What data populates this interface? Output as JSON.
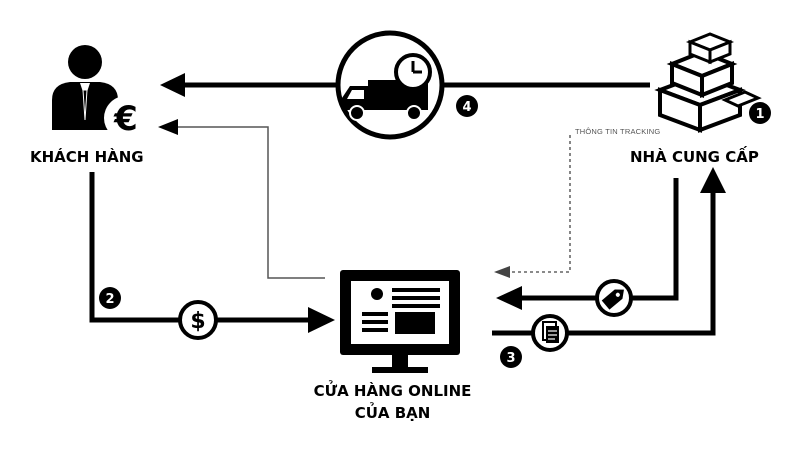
{
  "labels": {
    "customer": "KHÁCH HÀNG",
    "supplier": "NHÀ CUNG CẤP",
    "store_line1": "CỬA HÀNG ONLINE",
    "store_line2": "CỦA BẠN",
    "tracking": "THÔNG TIN TRACKING"
  },
  "steps": [
    "1",
    "2",
    "3",
    "4"
  ],
  "icons": {
    "currency": "€",
    "payment": "$"
  },
  "colors": {
    "line": "#000000",
    "thin_line": "#555555",
    "background": "#ffffff"
  }
}
